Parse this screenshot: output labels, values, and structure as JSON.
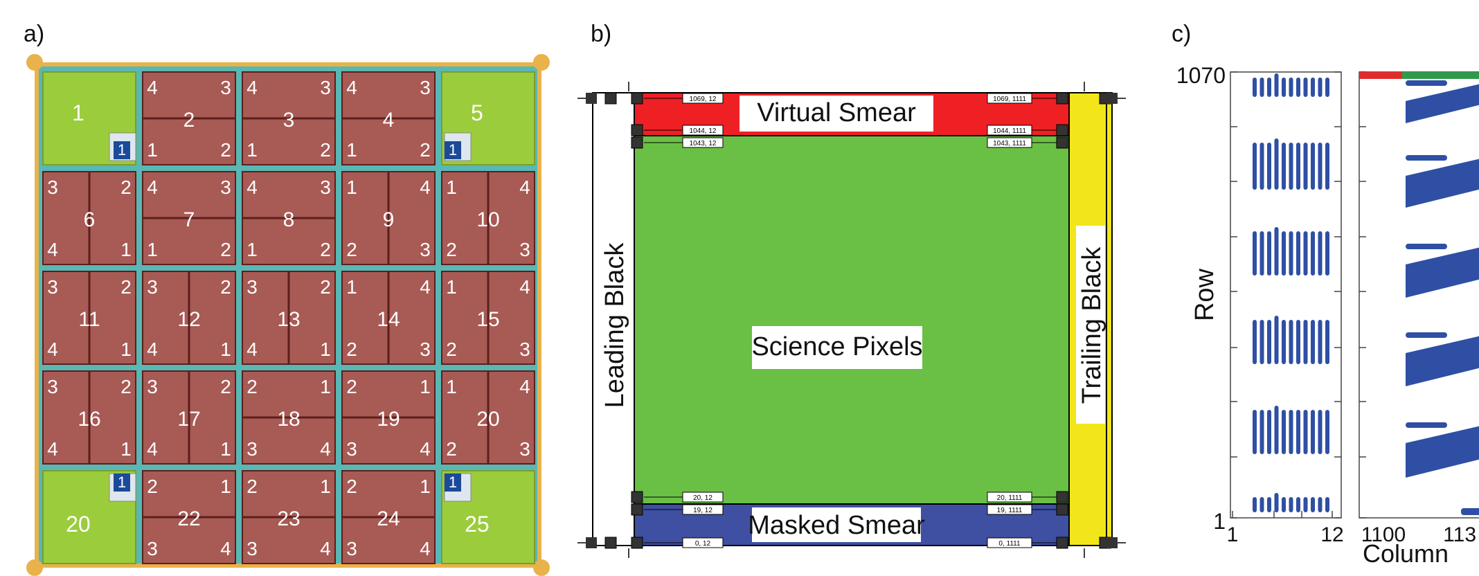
{
  "panel_labels": {
    "a": "a)",
    "b": "b)",
    "c": "c)"
  },
  "panel_a": {
    "green_modules": [
      {
        "number": "1",
        "tag": "1"
      },
      {
        "number": "5",
        "tag": "1"
      },
      {
        "number": "20",
        "tag": "1"
      },
      {
        "number": "25",
        "tag": "1"
      }
    ],
    "modules": [
      {
        "number": "2",
        "outputs": [
          "4",
          "3",
          "1",
          "2"
        ],
        "split": "h"
      },
      {
        "number": "3",
        "outputs": [
          "4",
          "3",
          "1",
          "2"
        ],
        "split": "h"
      },
      {
        "number": "4",
        "outputs": [
          "4",
          "3",
          "1",
          "2"
        ],
        "split": "h"
      },
      {
        "number": "6",
        "outputs": [
          "3",
          "2",
          "4",
          "1"
        ],
        "split": "v"
      },
      {
        "number": "7",
        "outputs": [
          "4",
          "3",
          "1",
          "2"
        ],
        "split": "h"
      },
      {
        "number": "8",
        "outputs": [
          "4",
          "3",
          "1",
          "2"
        ],
        "split": "h"
      },
      {
        "number": "9",
        "outputs": [
          "1",
          "4",
          "2",
          "3"
        ],
        "split": "v"
      },
      {
        "number": "10",
        "outputs": [
          "1",
          "4",
          "2",
          "3"
        ],
        "split": "v"
      },
      {
        "number": "11",
        "outputs": [
          "3",
          "2",
          "4",
          "1"
        ],
        "split": "v"
      },
      {
        "number": "12",
        "outputs": [
          "3",
          "2",
          "4",
          "1"
        ],
        "split": "v"
      },
      {
        "number": "13",
        "outputs": [
          "3",
          "2",
          "4",
          "1"
        ],
        "split": "v"
      },
      {
        "number": "14",
        "outputs": [
          "1",
          "4",
          "2",
          "3"
        ],
        "split": "v"
      },
      {
        "number": "15",
        "outputs": [
          "1",
          "4",
          "2",
          "3"
        ],
        "split": "v"
      },
      {
        "number": "16",
        "outputs": [
          "3",
          "2",
          "4",
          "1"
        ],
        "split": "v"
      },
      {
        "number": "17",
        "outputs": [
          "3",
          "2",
          "4",
          "1"
        ],
        "split": "v"
      },
      {
        "number": "18",
        "outputs": [
          "2",
          "1",
          "3",
          "4"
        ],
        "split": "h"
      },
      {
        "number": "19",
        "outputs": [
          "2",
          "1",
          "3",
          "4"
        ],
        "split": "h"
      },
      {
        "number": "20",
        "outputs": [
          "1",
          "4",
          "2",
          "3"
        ],
        "split": "v"
      },
      {
        "number": "22",
        "outputs": [
          "2",
          "1",
          "3",
          "4"
        ],
        "split": "h"
      },
      {
        "number": "23",
        "outputs": [
          "2",
          "1",
          "3",
          "4"
        ],
        "split": "h"
      },
      {
        "number": "24",
        "outputs": [
          "2",
          "1",
          "3",
          "4"
        ],
        "split": "h"
      }
    ]
  },
  "panel_b": {
    "regions": {
      "virtual_smear": "Virtual Smear",
      "masked_smear": "Masked Smear",
      "science_pixels": "Science Pixels",
      "leading_black": "Leading Black",
      "trailing_black": "Trailing Black"
    },
    "coords_left": [
      "1069, 12",
      "1044, 12",
      "1043, 12",
      "20, 12",
      "19, 12",
      "0, 12"
    ],
    "coords_right": [
      "1069, 1111",
      "1044, 1111",
      "1043, 1111",
      "20, 1111",
      "19, 1111",
      "0, 1111"
    ],
    "colors": {
      "virtual_smear": "#ee2024",
      "masked_smear": "#3f4fa2",
      "science": "#6abf45",
      "trailing": "#f2e61a"
    }
  },
  "panel_c": {
    "ylabel": "Row",
    "xlabel": "Column",
    "y_top": "1070",
    "y_bottom": "1",
    "left_x_start": "1",
    "left_x_end": "12",
    "right_x_start": "1100",
    "right_x_end": "113",
    "dot_color": "#2e4fa3"
  }
}
